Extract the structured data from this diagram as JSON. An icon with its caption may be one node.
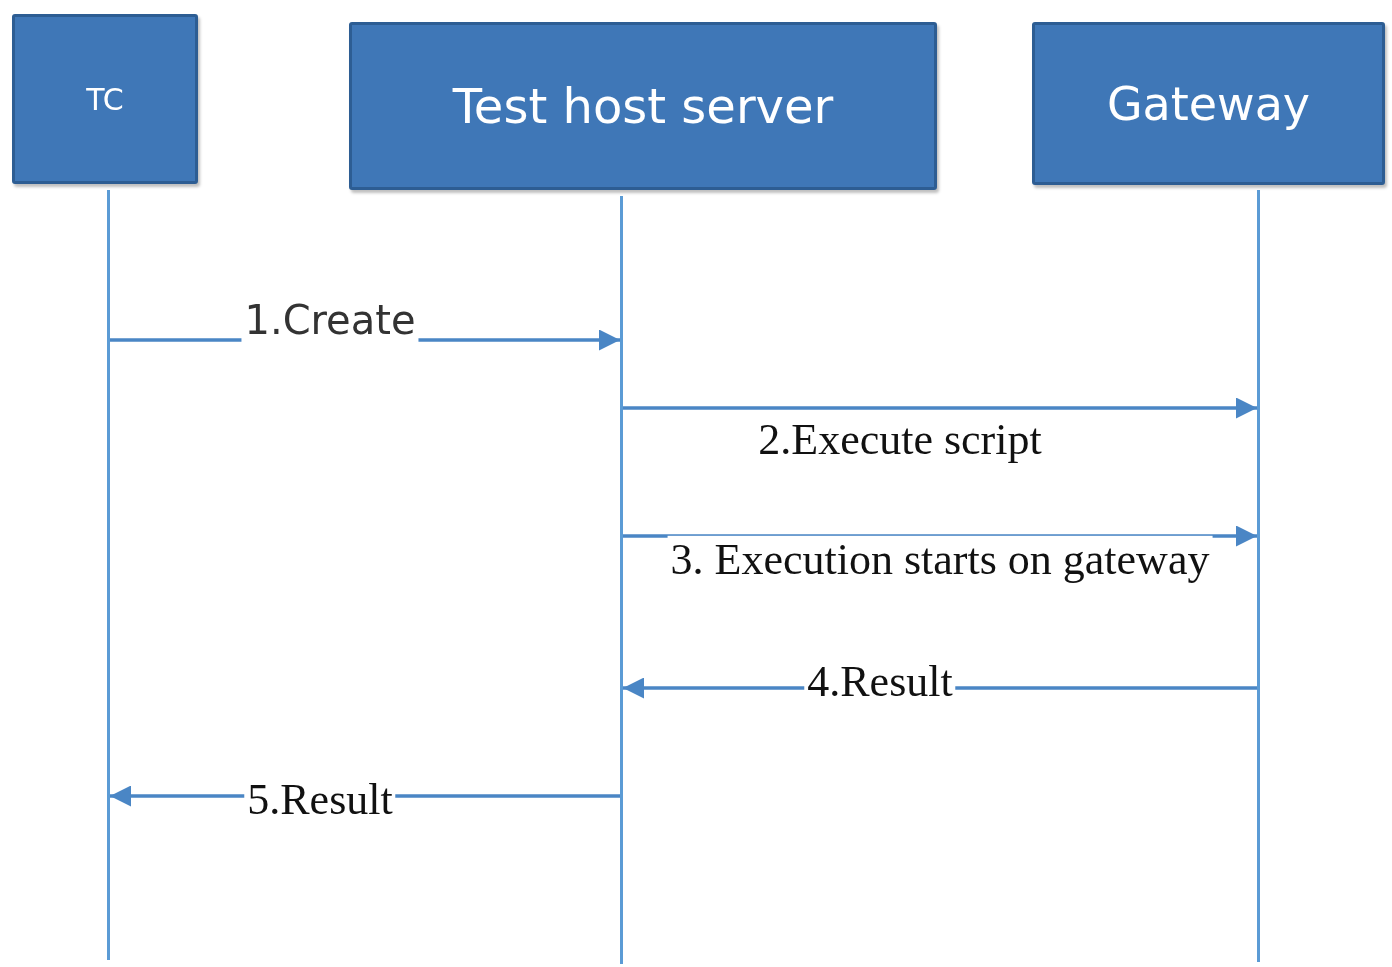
{
  "diagram": {
    "nodes": [
      {
        "text": [
          "TC"
        ]
      },
      {
        "text": [
          "Test host server"
        ]
      },
      {
        "text": [
          "Gateway"
        ]
      },
      {
        "text": [],
        "shape": "bar"
      },
      {
        "text": [],
        "shape": "bar"
      },
      {
        "text": [],
        "shape": "bar"
      }
    ],
    "edges": [
      {
        "from": 3,
        "to": 4,
        "arrow": "to",
        "label": "1.Create"
      },
      {
        "from": 4,
        "to": 5,
        "arrow": "to",
        "label": "2.Execute script"
      },
      {
        "from": 4,
        "to": 5,
        "arrow": "to",
        "label": "3. Execution starts on gateway"
      },
      {
        "from": 5,
        "to": 4,
        "arrow": "to",
        "label": "4.Result"
      },
      {
        "from": 4,
        "to": 3,
        "arrow": "to",
        "label": "5.Result"
      }
    ]
  }
}
